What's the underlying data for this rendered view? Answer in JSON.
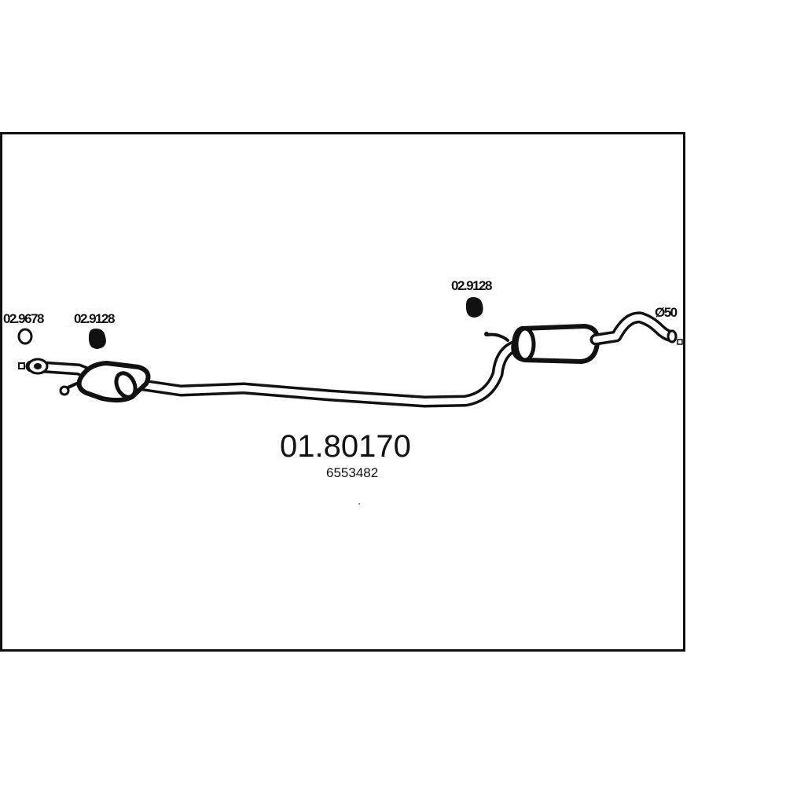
{
  "part_number": "01.80170",
  "oem_number": "6553482",
  "components": [
    {
      "label": "02.9678",
      "icon": "ring-gasket-icon"
    },
    {
      "label": "02.9128",
      "icon": "rubber-hanger-icon"
    },
    {
      "label": "02.9128",
      "icon": "rubber-hanger-icon"
    },
    {
      "label": "Ø50",
      "icon": "pipe-end-icon"
    }
  ],
  "colors": {
    "line": "#111111",
    "background": "#ffffff"
  }
}
